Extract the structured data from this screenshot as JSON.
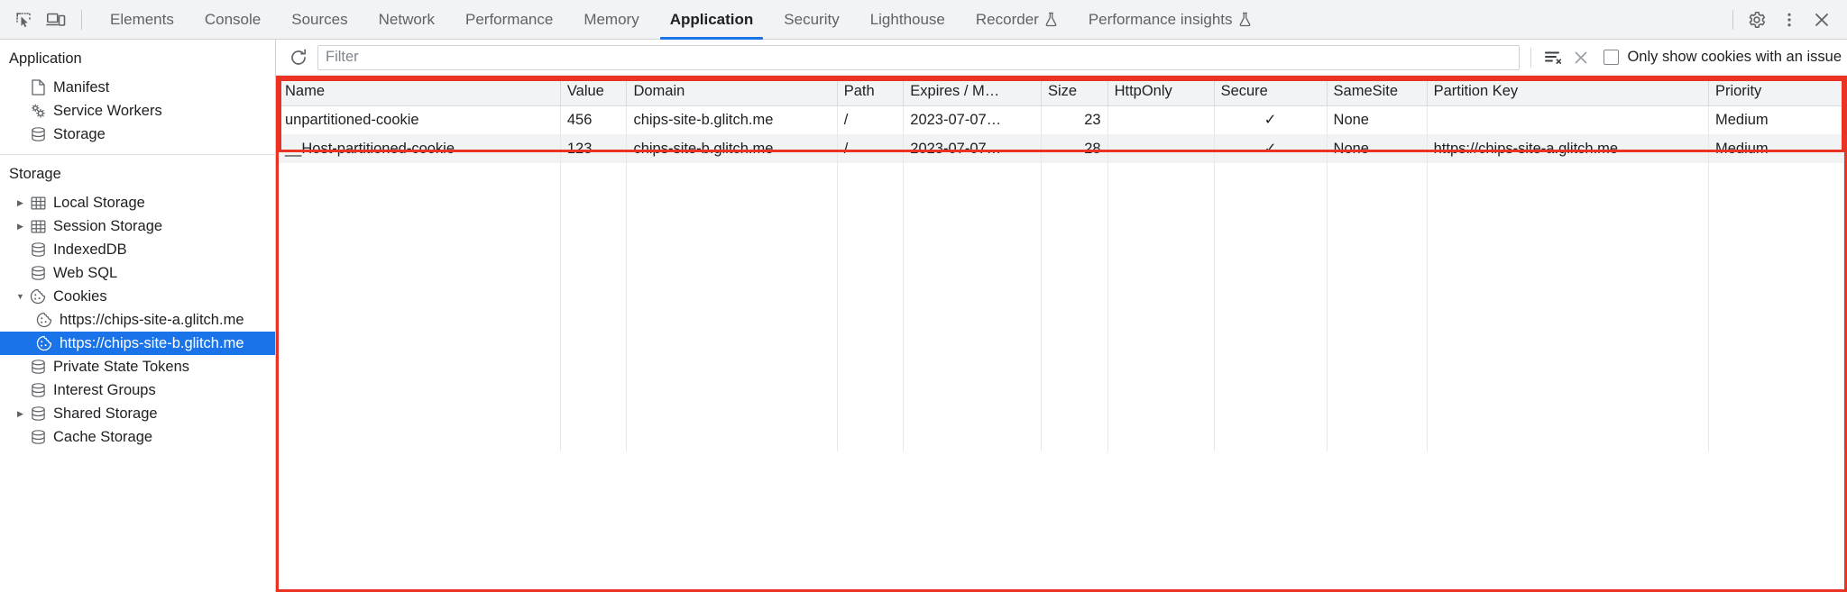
{
  "toolbar": {
    "inspect_icon": "inspect-element-icon",
    "device_icon": "device-toolbar-icon",
    "tabs": [
      {
        "label": "Elements",
        "active": false,
        "experimental": false
      },
      {
        "label": "Console",
        "active": false,
        "experimental": false
      },
      {
        "label": "Sources",
        "active": false,
        "experimental": false
      },
      {
        "label": "Network",
        "active": false,
        "experimental": false
      },
      {
        "label": "Performance",
        "active": false,
        "experimental": false
      },
      {
        "label": "Memory",
        "active": false,
        "experimental": false
      },
      {
        "label": "Application",
        "active": true,
        "experimental": false
      },
      {
        "label": "Security",
        "active": false,
        "experimental": false
      },
      {
        "label": "Lighthouse",
        "active": false,
        "experimental": false
      },
      {
        "label": "Recorder",
        "active": false,
        "experimental": true
      },
      {
        "label": "Performance insights",
        "active": false,
        "experimental": true
      }
    ],
    "settings_icon": "gear-icon",
    "more_icon": "kebab-menu-icon",
    "close_icon": "close-icon",
    "accent_color": "#1a73e8"
  },
  "sidebar": {
    "application": {
      "title": "Application",
      "items": [
        {
          "label": "Manifest",
          "icon": "document-icon"
        },
        {
          "label": "Service Workers",
          "icon": "gears-icon"
        },
        {
          "label": "Storage",
          "icon": "database-icon"
        }
      ]
    },
    "storage": {
      "title": "Storage",
      "items": [
        {
          "label": "Local Storage",
          "icon": "table-icon",
          "arrow": "collapsed",
          "level": 1,
          "selected": false
        },
        {
          "label": "Session Storage",
          "icon": "table-icon",
          "arrow": "collapsed",
          "level": 1,
          "selected": false
        },
        {
          "label": "IndexedDB",
          "icon": "database-icon",
          "arrow": "none",
          "level": 1,
          "selected": false
        },
        {
          "label": "Web SQL",
          "icon": "database-icon",
          "arrow": "none",
          "level": 1,
          "selected": false
        },
        {
          "label": "Cookies",
          "icon": "cookie-icon",
          "arrow": "expanded",
          "level": 1,
          "selected": false
        },
        {
          "label": "https://chips-site-a.glitch.me",
          "icon": "cookie-icon",
          "arrow": "none",
          "level": 2,
          "selected": false
        },
        {
          "label": "https://chips-site-b.glitch.me",
          "icon": "cookie-icon",
          "arrow": "none",
          "level": 2,
          "selected": true
        },
        {
          "label": "Private State Tokens",
          "icon": "database-icon",
          "arrow": "none",
          "level": 1,
          "selected": false
        },
        {
          "label": "Interest Groups",
          "icon": "database-icon",
          "arrow": "none",
          "level": 1,
          "selected": false
        },
        {
          "label": "Shared Storage",
          "icon": "database-icon",
          "arrow": "collapsed",
          "level": 1,
          "selected": false
        },
        {
          "label": "Cache Storage",
          "icon": "database-icon",
          "arrow": "none",
          "level": 1,
          "selected": false
        }
      ],
      "selected_color": "#1a73e8"
    }
  },
  "filterbar": {
    "refresh_icon": "refresh-icon",
    "filter_placeholder": "Filter",
    "filter_value": "",
    "clear_filtered_icon": "clear-filtered-cookies-icon",
    "clear_all_icon": "clear-all-cookies-icon",
    "issue_checkbox_label": "Only show cookies with an issue",
    "issue_checkbox_checked": false
  },
  "cookie_table": {
    "highlight_color": "#ea3323",
    "columns": [
      "Name",
      "Value",
      "Domain",
      "Path",
      "Expires / M…",
      "Size",
      "HttpOnly",
      "Secure",
      "SameSite",
      "Partition Key",
      "Priority"
    ],
    "rows": [
      {
        "name": "unpartitioned-cookie",
        "value": "456",
        "domain": "chips-site-b.glitch.me",
        "path": "/",
        "expires": "2023-07-07…",
        "size": "23",
        "httponly": "",
        "secure": "✓",
        "samesite": "None",
        "partition_key": "",
        "priority": "Medium"
      },
      {
        "name": "__Host-partitioned-cookie",
        "value": "123",
        "domain": "chips-site-b.glitch.me",
        "path": "/",
        "expires": "2023-07-07…",
        "size": "28",
        "httponly": "",
        "secure": "✓",
        "samesite": "None",
        "partition_key": "https://chips-site-a.glitch.me",
        "priority": "Medium"
      }
    ]
  }
}
